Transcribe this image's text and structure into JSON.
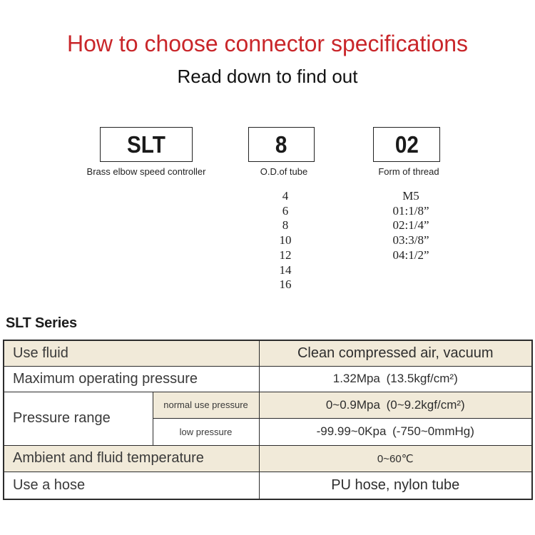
{
  "title": {
    "text": "How to choose connector specifications",
    "color": "#c9262a"
  },
  "subtitle": "Read down to find out",
  "segments": [
    {
      "code": "SLT",
      "label": "Brass elbow speed controller",
      "options": []
    },
    {
      "code": "8",
      "label": "O.D.of tube",
      "options": [
        "4",
        "6",
        "8",
        "10",
        "12",
        "14",
        "16"
      ]
    },
    {
      "code": "02",
      "label": "Form of thread",
      "options": [
        "M5",
        "01:1/8”",
        "02:1/4”",
        "03:3/8”",
        "04:1/2”"
      ]
    }
  ],
  "series_heading": "SLT Series",
  "table": {
    "stripe_color": "#f1ead9",
    "rows": [
      {
        "label": "Use fluid",
        "value": "Clean compressed air, vacuum"
      },
      {
        "label": "Maximum operating pressure",
        "value": "1.32Mpa (13.5kgf/cm²)"
      },
      {
        "label": "Pressure range",
        "sublabel": "normal use pressure",
        "value": "0~0.9Mpa (0~9.2kgf/cm²)"
      },
      {
        "sublabel": "low pressure",
        "value": "-99.99~0Kpa (-750~0mmHg)"
      },
      {
        "label": "Ambient and fluid temperature",
        "value": "0~60℃"
      },
      {
        "label": "Use a hose",
        "value": "PU hose, nylon tube"
      }
    ]
  }
}
